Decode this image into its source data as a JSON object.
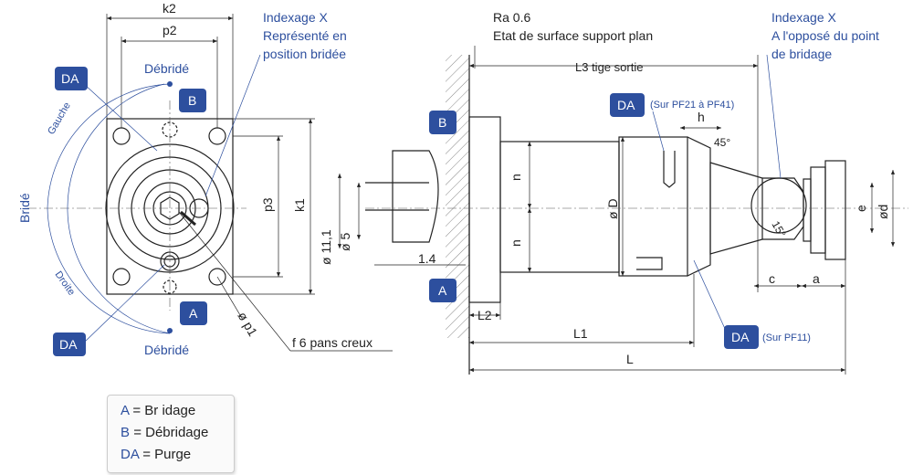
{
  "labels": {
    "k2": "k2",
    "p2": "p2",
    "p3": "p3",
    "k1": "k1",
    "p1": "ø p1",
    "f": "f  6 pans creux",
    "indexage_left": [
      "Indexage X",
      "Représenté en",
      "position bridée"
    ],
    "indexage_right": [
      "Indexage X",
      "A l'opposé du point",
      "de bridage"
    ],
    "ra": [
      "Ra 0.6",
      "Etat de surface support plan"
    ],
    "l3": "L3 tige sortie",
    "h": "h",
    "deg45": "45°",
    "deg15": "15°",
    "n_top": "n",
    "n_bottom": "n",
    "od": "ø D",
    "d11": "ø 11,1",
    "d5": "ø 5",
    "v14": "1.4",
    "l2": "L2",
    "l1": "L1",
    "l": "L",
    "c": "c",
    "a": "a",
    "e": "e",
    "d": "ød",
    "debride_top": "Débridé",
    "debride_bottom": "Débridé",
    "gauche": "Gauche",
    "droite": "Droite",
    "bride": "Bridé",
    "purge_note_top": "(Sur PF21 à PF41)",
    "purge_note_bottom": "(Sur PF11)"
  },
  "badges": {
    "da": "DA",
    "a": "A",
    "b": "B"
  },
  "legend": [
    {
      "key": "A",
      "value": "= Br idage"
    },
    {
      "key": "B",
      "value": "= Débridage"
    },
    {
      "key": "DA",
      "value": "= Purge"
    }
  ],
  "colors": {
    "badge": "#2d4f9e",
    "accent_text": "#2d4f9e",
    "line": "#222222",
    "centerline": "#555555"
  }
}
